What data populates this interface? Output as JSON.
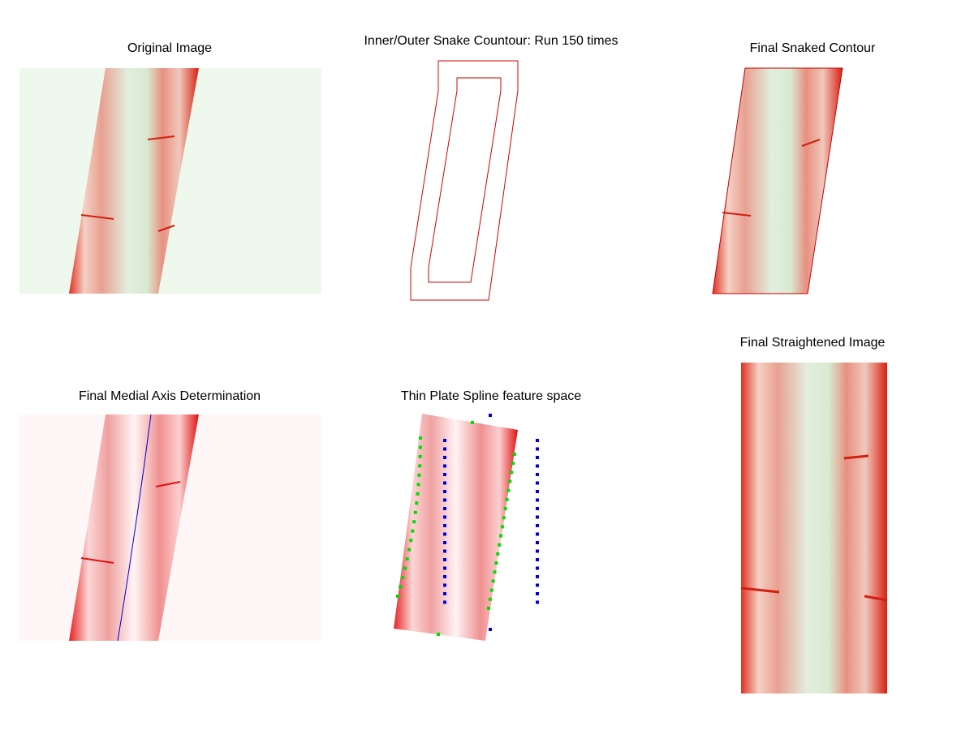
{
  "panels": [
    {
      "title": "Original Image"
    },
    {
      "title": "Inner/Outer Snake Countour: Run 150 times"
    },
    {
      "title": "Final Snaked Contour"
    },
    {
      "title": "Final Medial Axis Determination"
    },
    {
      "title": "Thin Plate Spline feature space"
    },
    {
      "title": "Final Straightened Image"
    }
  ],
  "colors": {
    "contour": "#d40000",
    "axis": "#0000cc",
    "green_marker": "#00dd00",
    "blue_marker": "#0000dd",
    "background_green": "#eef8ec"
  }
}
